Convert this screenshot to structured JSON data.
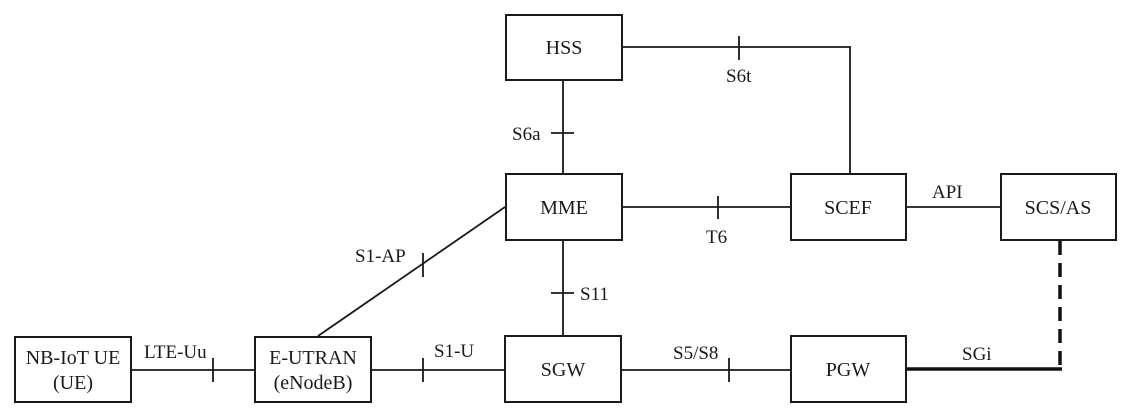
{
  "diagram": {
    "title": "NB-IoT network architecture",
    "nodes": {
      "ue": {
        "line1": "NB-IoT UE",
        "line2": "(UE)"
      },
      "enb": {
        "line1": "E-UTRAN",
        "line2": "(eNodeB)"
      },
      "hss": {
        "label": "HSS"
      },
      "mme": {
        "label": "MME"
      },
      "scef": {
        "label": "SCEF"
      },
      "scs": {
        "label": "SCS/AS"
      },
      "sgw": {
        "label": "SGW"
      },
      "pgw": {
        "label": "PGW"
      }
    },
    "interfaces": {
      "lte_uu": "LTE-Uu",
      "s1_ap": "S1-AP",
      "s1_u": "S1-U",
      "s6a": "S6a",
      "s6t": "S6t",
      "t6": "T6",
      "s11": "S11",
      "api": "API",
      "s5s8": "S5/S8",
      "sgi": "SGi"
    },
    "line_color": "#1a1a1a"
  }
}
